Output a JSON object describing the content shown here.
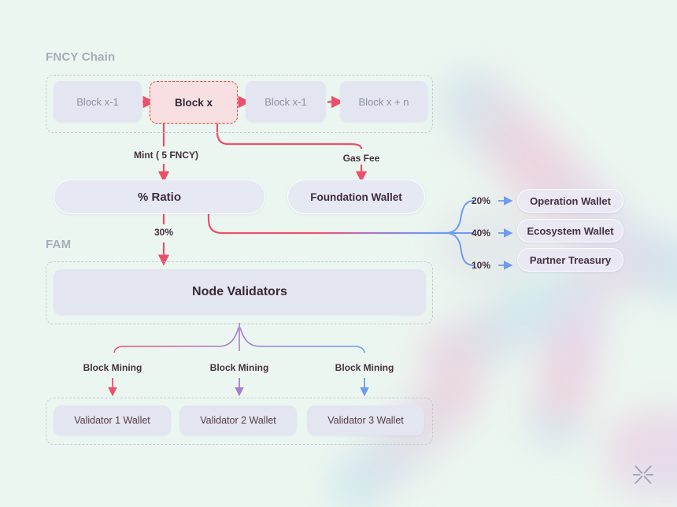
{
  "diagram": {
    "chain": {
      "title": "FNCY Chain",
      "blocks": [
        {
          "label": "Block x-1"
        },
        {
          "label": "Block x"
        },
        {
          "label": "Block x-1"
        },
        {
          "label": "Block x + n"
        }
      ]
    },
    "mint_label": "Mint ( 5 FNCY)",
    "gas_label": "Gas Fee",
    "ratio_label": "% Ratio",
    "foundation_label": "Foundation Wallet",
    "fam": {
      "title": "FAM",
      "validator_share": "30%",
      "node_validators_label": "Node Validators"
    },
    "distribution": [
      {
        "percent": "20%",
        "wallet": "Operation Wallet"
      },
      {
        "percent": "40%",
        "wallet": "Ecosystem Wallet"
      },
      {
        "percent": "10%",
        "wallet": "Partner Treasury"
      }
    ],
    "mining": {
      "branches": [
        {
          "label": "Block Mining",
          "wallet": "Validator 1 Wallet"
        },
        {
          "label": "Block Mining",
          "wallet": "Validator 2 Wallet"
        },
        {
          "label": "Block Mining",
          "wallet": "Validator 3 Wallet"
        }
      ]
    }
  },
  "colors": {
    "background": "#ecf6f0",
    "accent_red": "#ed4f68",
    "accent_blue": "#6f9bef",
    "accent_purple": "#a87fd0",
    "highlight_block_fill": "#f8dfe1",
    "node_fill": "#e6e8f3"
  }
}
